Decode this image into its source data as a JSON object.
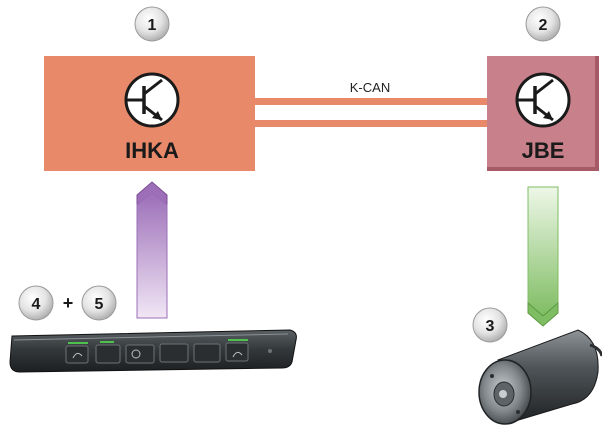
{
  "nodes": {
    "ihka": {
      "label": "IHKA",
      "badge": "1"
    },
    "jbe": {
      "label": "JBE",
      "badge": "2"
    },
    "motor": {
      "badge": "3"
    },
    "panel": {
      "badge_left": "4",
      "plus": "+",
      "badge_right": "5"
    }
  },
  "bus": {
    "label": "K-CAN"
  },
  "colors": {
    "ihka_fill": "#e8896a",
    "jbe_fill": "#c8808a",
    "bus_line": "#e8896a",
    "arrow_purple": "#b999c9",
    "arrow_green": "#9ccb86",
    "badge_fill": "#d9d9d9"
  },
  "icons": {
    "ihka": "transistor-icon",
    "jbe": "transistor-icon",
    "motor": "motor-icon",
    "panel": "control-panel-icon"
  }
}
